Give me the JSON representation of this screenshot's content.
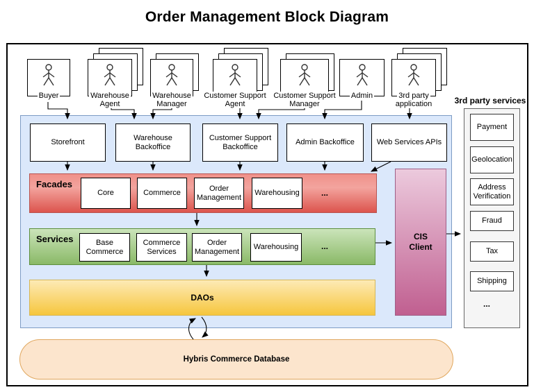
{
  "title": "Order Management Block Diagram",
  "actors": [
    {
      "label": "Buyer"
    },
    {
      "label": "Warehouse Agent"
    },
    {
      "label": "Warehouse Manager"
    },
    {
      "label": "Customer Support Agent"
    },
    {
      "label": "Customer Support Manager"
    },
    {
      "label": "Admin"
    },
    {
      "label": "3rd party application"
    }
  ],
  "applications": [
    {
      "label": "Storefront"
    },
    {
      "label": "Warehouse Backoffice"
    },
    {
      "label": "Customer Support Backoffice"
    },
    {
      "label": "Admin Backoffice"
    },
    {
      "label": "Web Services APIs"
    }
  ],
  "facades": {
    "title": "Facades",
    "items": [
      "Core",
      "Commerce",
      "Order Management",
      "Warehousing",
      "..."
    ]
  },
  "services": {
    "title": "Services",
    "items": [
      "Base Commerce",
      "Commerce Services",
      "Order Management",
      "Warehousing",
      "..."
    ]
  },
  "daos": {
    "title": "DAOs"
  },
  "cis_client": {
    "title": "CIS Client"
  },
  "database": {
    "title": "Hybris Commerce Database"
  },
  "third_party_services": {
    "title": "3rd party services",
    "items": [
      "Payment",
      "Geolocation",
      "Address Verification",
      "Fraud",
      "Tax",
      "Shipping",
      "..."
    ]
  },
  "colors": {
    "container_fill": "#dbe8fb",
    "container_border": "#7d9bc4",
    "facades_top": "#ef9089",
    "facades_bottom": "#dc544d",
    "services_top": "#cbe4ba",
    "services_bottom": "#8ab967",
    "daos_top": "#fdeab5",
    "daos_bottom": "#f6c63d",
    "cis_top": "#eccadd",
    "cis_bottom": "#c05f90",
    "database_fill": "#fce5cd",
    "database_border": "#e0a75e",
    "panel_fill": "#f5f5f5"
  }
}
